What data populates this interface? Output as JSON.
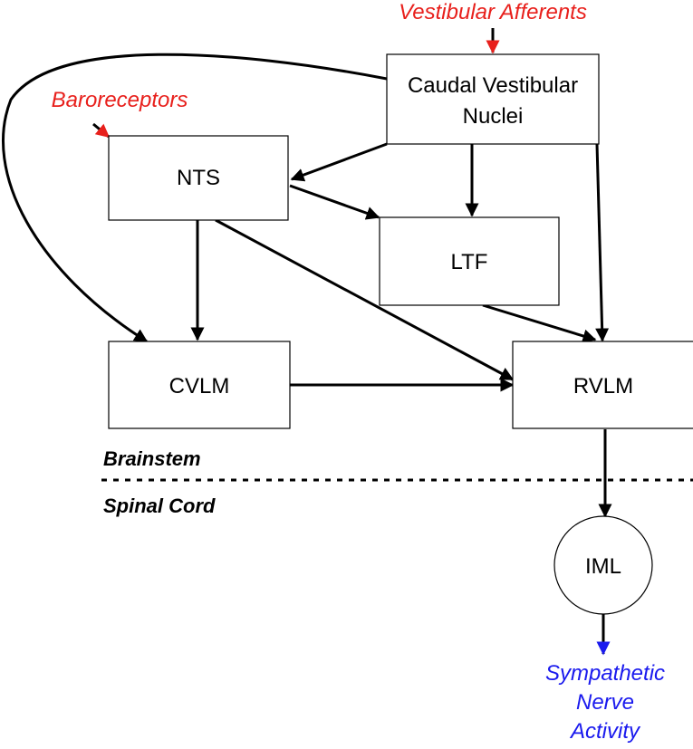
{
  "nodes": {
    "cvn": {
      "line1": "Caudal Vestibular",
      "line2": "Nuclei"
    },
    "nts": {
      "label": "NTS"
    },
    "ltf": {
      "label": "LTF"
    },
    "cvlm": {
      "label": "CVLM"
    },
    "rvlm": {
      "label": "RVLM"
    },
    "iml": {
      "label": "IML"
    }
  },
  "inputs": {
    "vestibular": {
      "label": "Vestibular Afferents",
      "color": "#e8201c"
    },
    "baroreceptors": {
      "label": "Baroreceptors",
      "color": "#e8201c"
    }
  },
  "output": {
    "line1": "Sympathetic",
    "line2": "Nerve",
    "line3": "Activity",
    "color": "#1a1aee"
  },
  "regions": {
    "upper": "Brainstem",
    "lower": "Spinal Cord"
  }
}
